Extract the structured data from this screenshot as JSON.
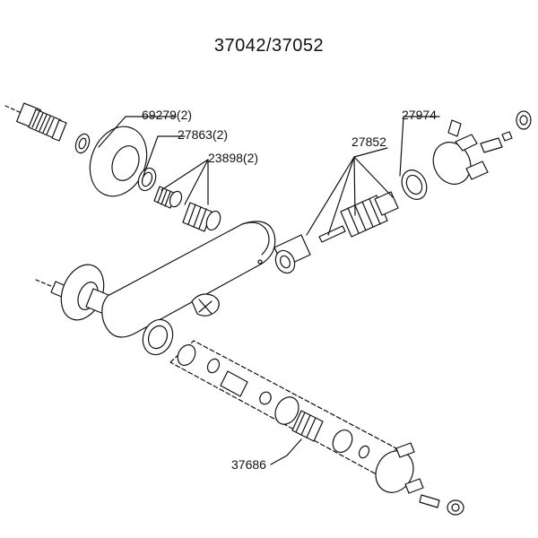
{
  "title": "37042/37052",
  "part_labels": {
    "p69279": "69279(2)",
    "p27863": "27863(2)",
    "p23898": "23898(2)",
    "p27852": "27852",
    "p27974": "27974",
    "p37686": "37686"
  },
  "colors": {
    "line": "#111111",
    "fill": "#ffffff"
  }
}
